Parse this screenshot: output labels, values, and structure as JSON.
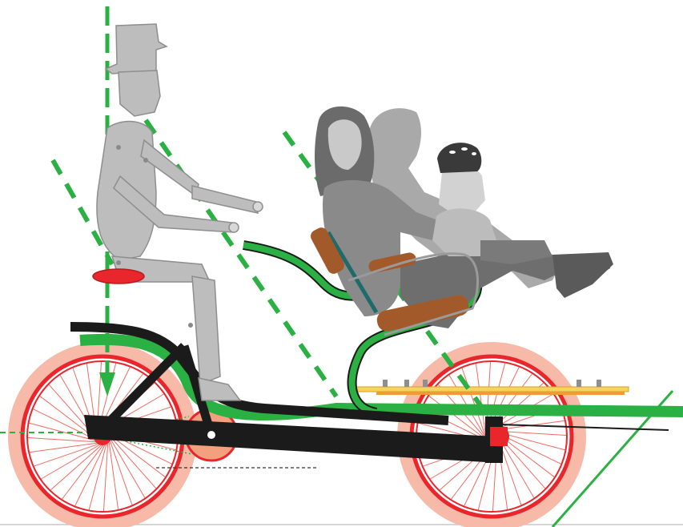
{
  "diagram": {
    "colors": {
      "background": "#ffffff",
      "guide_green": "#2bb043",
      "frame_black": "#1b1b1b",
      "tire_pink": "#f7b9a8",
      "rim_red": "#e8262b",
      "spoke_red": "#f06b62",
      "chainring_peach": "#f3a07e",
      "seat_brown": "#a35a2b",
      "mannequin_grey": "#bdbdbd",
      "passenger_grey": "#8a8a8a",
      "passenger_dark": "#5f5f5f",
      "rack_yellow": "#f4d35e",
      "rack_orange": "#f29a3a"
    },
    "parts": [
      "rider-mannequin",
      "adult-passenger",
      "second-adult-passenger",
      "child-passenger-with-helmet",
      "passenger-seat",
      "cargo-frame",
      "front-wheel",
      "rear-wheel",
      "chainring",
      "luggage-rack",
      "vertical-guide-line",
      "angle-guide-lines"
    ]
  }
}
